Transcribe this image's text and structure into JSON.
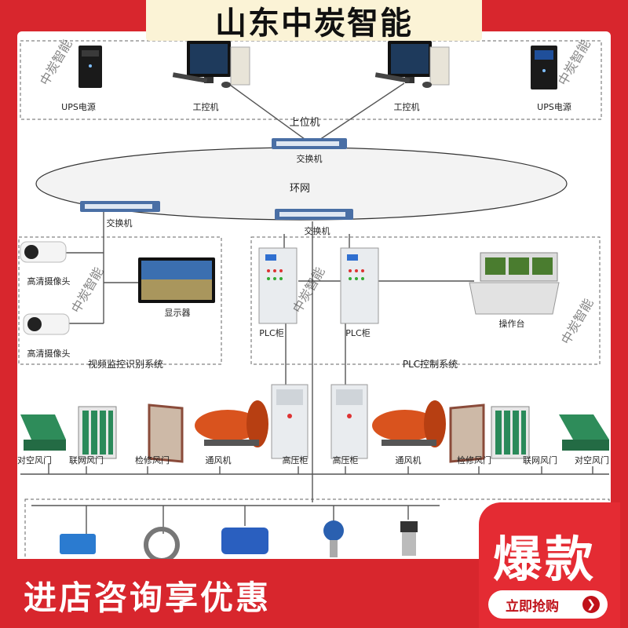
{
  "brand_title": "山东中炭智能",
  "diagram": {
    "top": {
      "ups_left": "UPS电源",
      "pc_left": "工控机",
      "pc_right": "工控机",
      "ups_right": "UPS电源",
      "host": "上位机"
    },
    "switch_top": "交换机",
    "ring": "环网",
    "switch_left": "交换机",
    "switch_center": "交换机",
    "video": {
      "camera1": "高清摄像头",
      "display": "显示器",
      "camera2": "高清摄像头",
      "system": "视频监控识别系统"
    },
    "plc": {
      "cabinet1": "PLC柜",
      "cabinet2": "PLC柜",
      "console": "操作台",
      "system": "PLC控制系统"
    },
    "equipment": [
      "对空风门",
      "联网风门",
      "检修风门",
      "通风机",
      "高压柜",
      "高压柜",
      "通风机",
      "检修风门",
      "联网风门",
      "对空风门"
    ],
    "watermark": "中炭智能"
  },
  "promo": {
    "text": "进店咨询享优惠",
    "badge": "爆款",
    "button": "立即抢购",
    "button_arrow": "❯"
  },
  "colors": {
    "background_red": "#d8262d",
    "title_bg": "#fbf3d6",
    "switch_blue": "#4a6fa5",
    "fan_orange": "#d9531e"
  }
}
